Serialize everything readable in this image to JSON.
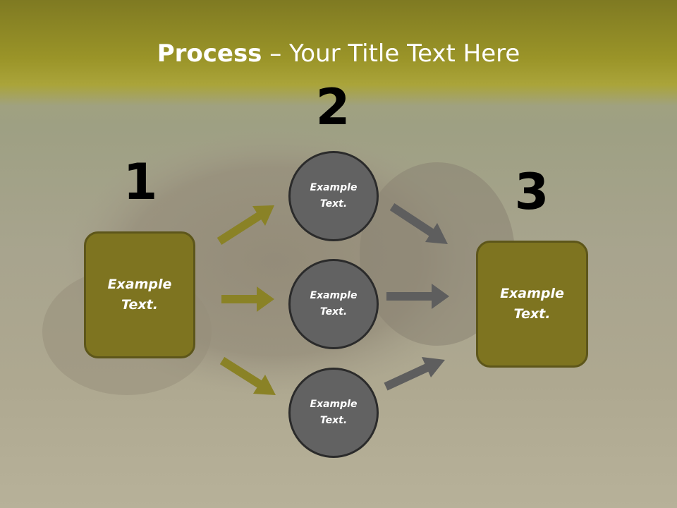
{
  "title": {
    "bold": "Process",
    "rest": " – Your Title Text Here"
  },
  "steps": {
    "n1": "1",
    "n2": "2",
    "n3": "3"
  },
  "boxes": {
    "left": "Example Text.",
    "right": "Example Text."
  },
  "circles": [
    "Example Text.",
    "Example Text.",
    "Example Text."
  ],
  "colors": {
    "box_fill": "#7e7420",
    "circle_fill": "#626262",
    "arrow_olive": "#8a8226",
    "arrow_gray": "#5e5e5e"
  }
}
